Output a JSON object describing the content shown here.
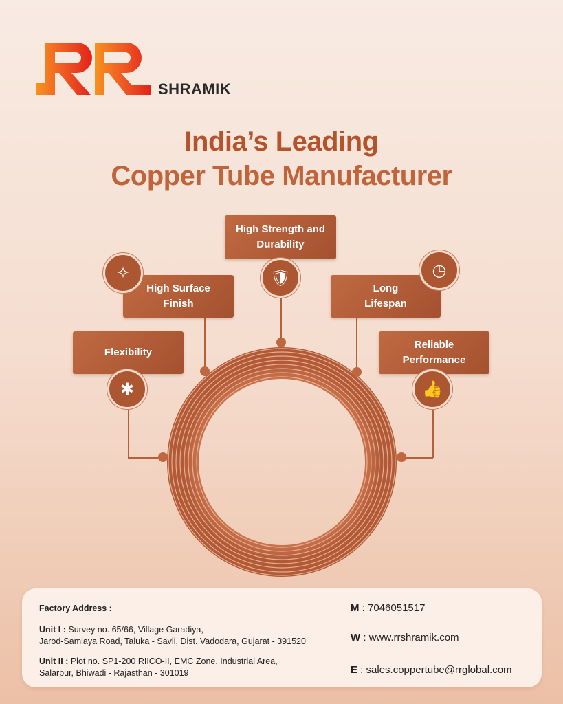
{
  "brand": {
    "name": "SHRAMIK",
    "logo_letters": "RR"
  },
  "headline": {
    "line1": "India’s Leading",
    "line2": "Copper Tube Manufacturer"
  },
  "features": [
    {
      "label": "High Strength and Durability",
      "icon": "shield-check-icon"
    },
    {
      "label": "High Surface Finish",
      "icon": "sparkle-icon"
    },
    {
      "label": "Long Lifespan",
      "icon": "gauge-icon"
    },
    {
      "label": "Flexibility",
      "icon": "flexible-figure-icon"
    },
    {
      "label": "Reliable Performance",
      "icon": "thumbs-up-icon"
    }
  ],
  "footer": {
    "factory_heading": "Factory Address :",
    "unit1_label": "Unit I :",
    "unit1_line1": "Survey no. 65/66, Village Garadiya,",
    "unit1_line2": "Jarod-Samlaya Road, Taluka - Savli, Dist. Vadodara, Gujarat - 391520",
    "unit2_label": "Unit II :",
    "unit2_line1": "Plot no. SP1-200 RIICO-II, EMC Zone, Industrial Area,",
    "unit2_line2": "Salarpur, Bhiwadi - Rajasthan - 301019",
    "mobile_label": "M",
    "mobile": "7046051517",
    "web_label": "W",
    "web": "www.rrshramik.com",
    "email_label": "E",
    "email": "sales.coppertube@rrglobal.com"
  }
}
